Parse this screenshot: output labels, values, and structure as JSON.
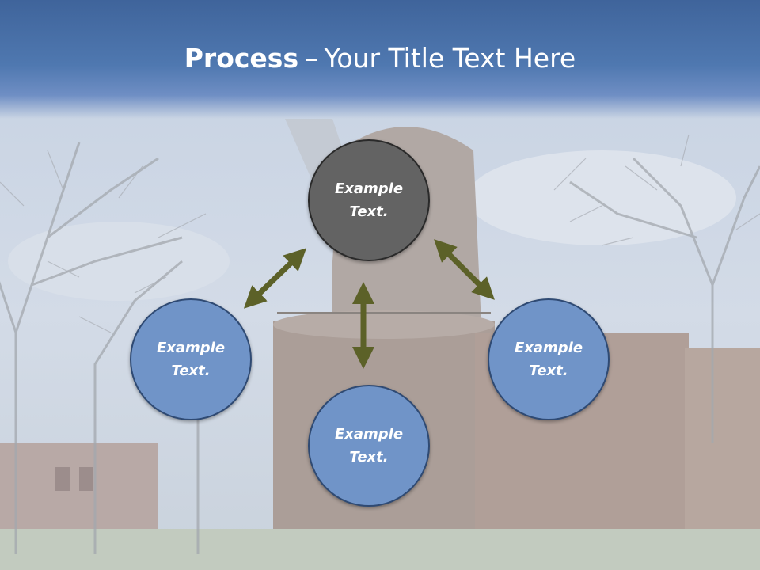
{
  "slide": {
    "title_bold": "Process",
    "title_sep": "–",
    "title_rest": "Your Title Text Here"
  },
  "nodes": {
    "top": {
      "line1": "Example",
      "line2": "Text."
    },
    "left": {
      "line1": "Example",
      "line2": "Text."
    },
    "right": {
      "line1": "Example",
      "line2": "Text."
    },
    "bottom": {
      "line1": "Example",
      "line2": "Text."
    }
  },
  "colors": {
    "header": "#4f78b0",
    "node_center": "#636363",
    "node_outer": "#7094c8",
    "arrow": "#5c6128"
  },
  "background_image": "photo of a brick windmill tower with bare trees and cloudy sky, faded"
}
